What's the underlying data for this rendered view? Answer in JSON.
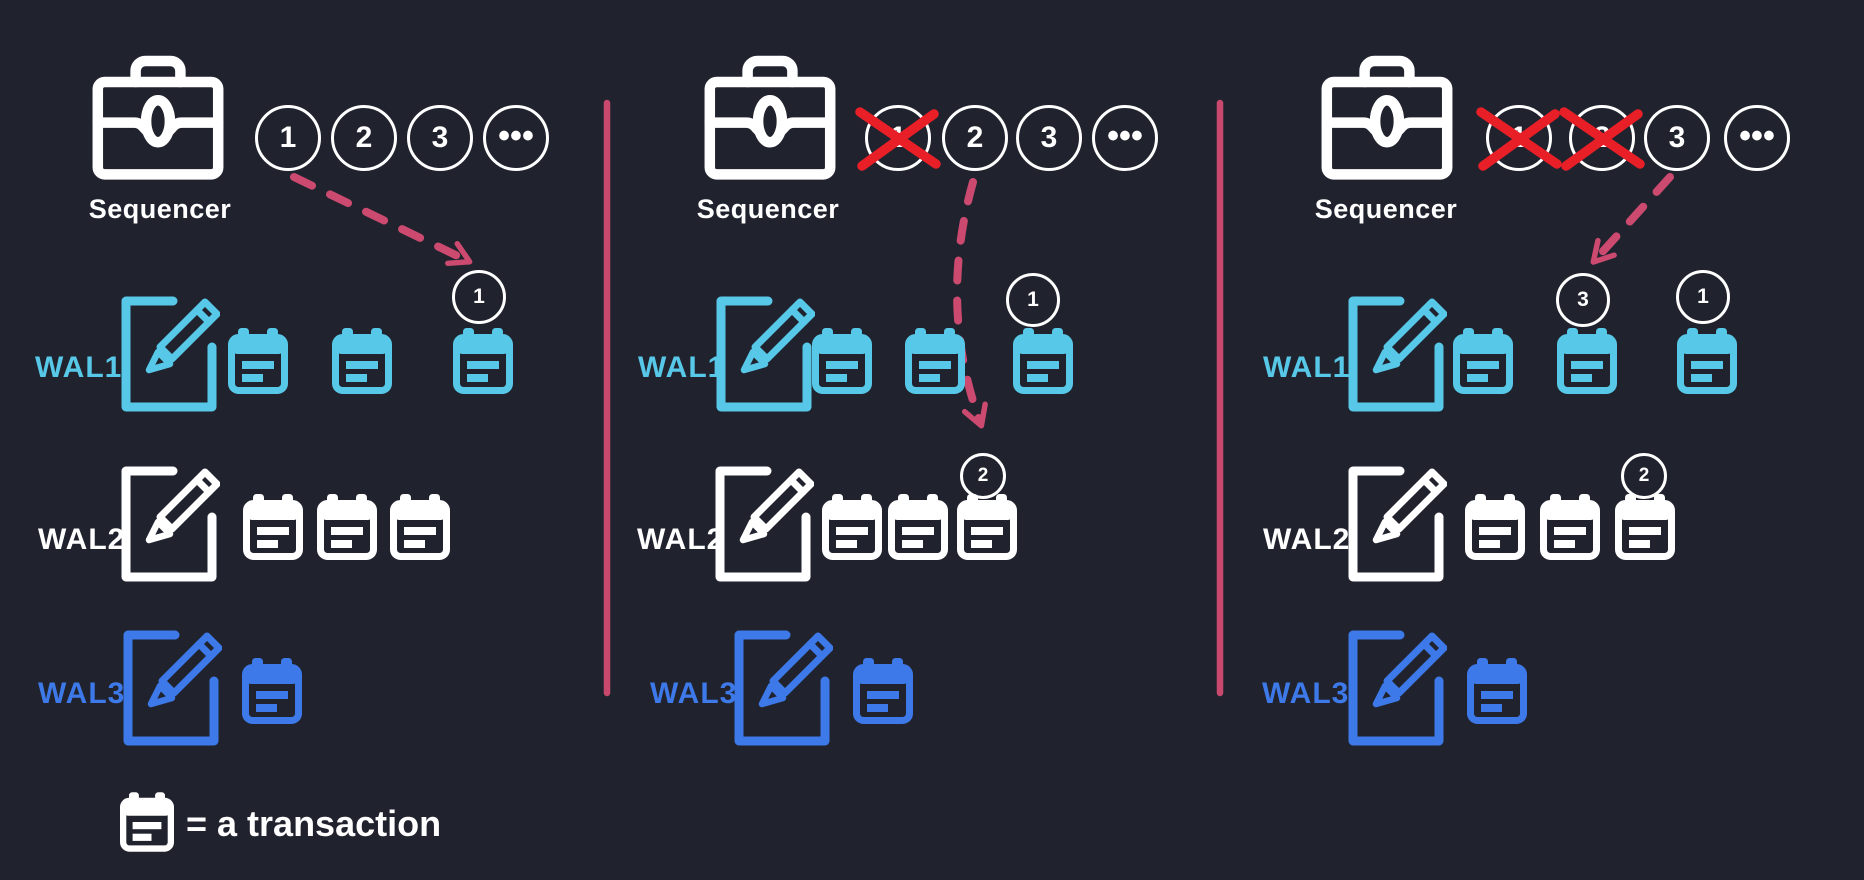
{
  "colors": {
    "background": "#20232e",
    "white": "#ffffff",
    "cyan": "#58c8e8",
    "blue": "#3d79e8",
    "pink": "#cc4a70",
    "red": "#e81f27"
  },
  "legend": {
    "label": "= a transaction"
  },
  "panels": [
    {
      "sequencer_label": "Sequencer",
      "queue": [
        {
          "num": "1",
          "crossed": false
        },
        {
          "num": "2",
          "crossed": false
        },
        {
          "num": "3",
          "crossed": false
        },
        {
          "num": "•••",
          "crossed": false
        }
      ],
      "arrow": {
        "from_queue": "1",
        "to_wal": "WAL1",
        "to_slot": 3
      },
      "wals": [
        {
          "label": "WAL1",
          "transactions": 3,
          "badges": {
            "3": "1"
          }
        },
        {
          "label": "WAL2",
          "transactions": 3,
          "badges": {}
        },
        {
          "label": "WAL3",
          "transactions": 1,
          "badges": {}
        }
      ]
    },
    {
      "sequencer_label": "Sequencer",
      "queue": [
        {
          "num": "1",
          "crossed": true
        },
        {
          "num": "2",
          "crossed": false
        },
        {
          "num": "3",
          "crossed": false
        },
        {
          "num": "•••",
          "crossed": false
        }
      ],
      "arrow": {
        "from_queue": "2",
        "to_wal": "WAL2",
        "to_slot": 3
      },
      "wals": [
        {
          "label": "WAL1",
          "transactions": 3,
          "badges": {
            "3": "1"
          }
        },
        {
          "label": "WAL2",
          "transactions": 3,
          "badges": {
            "3": "2"
          }
        },
        {
          "label": "WAL3",
          "transactions": 1,
          "badges": {}
        }
      ]
    },
    {
      "sequencer_label": "Sequencer",
      "queue": [
        {
          "num": "1",
          "crossed": true
        },
        {
          "num": "2",
          "crossed": true
        },
        {
          "num": "3",
          "crossed": false
        },
        {
          "num": "•••",
          "crossed": false
        }
      ],
      "arrow": {
        "from_queue": "3",
        "to_wal": "WAL1",
        "to_slot": 2
      },
      "wals": [
        {
          "label": "WAL1",
          "transactions": 3,
          "badges": {
            "2": "3",
            "3": "1"
          }
        },
        {
          "label": "WAL2",
          "transactions": 3,
          "badges": {
            "3": "2"
          }
        },
        {
          "label": "WAL3",
          "transactions": 1,
          "badges": {}
        }
      ]
    }
  ]
}
